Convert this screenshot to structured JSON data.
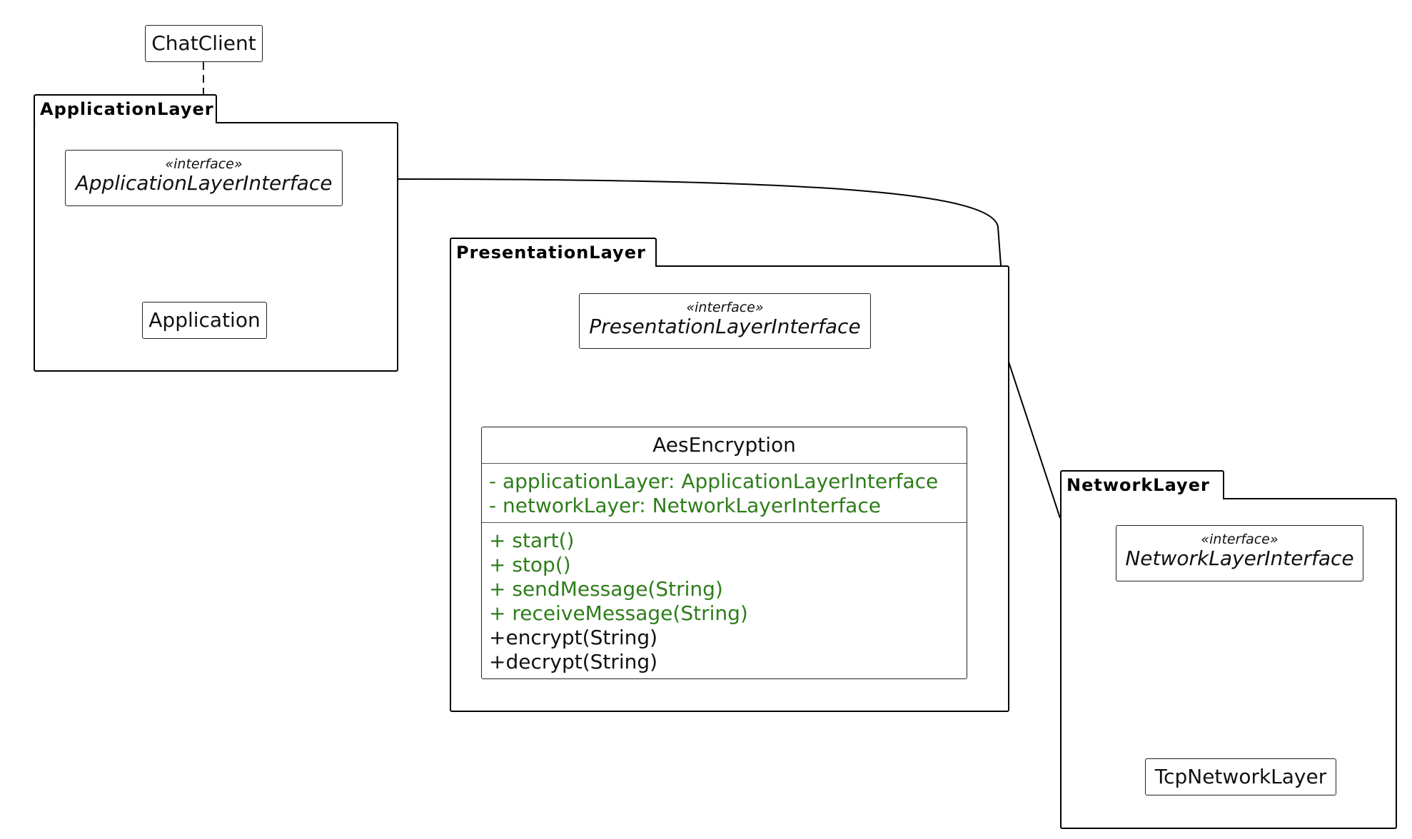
{
  "packages": {
    "application_layer": {
      "name": "ApplicationLayer"
    },
    "presentation_layer": {
      "name": "PresentationLayer"
    },
    "network_layer": {
      "name": "NetworkLayer"
    }
  },
  "classes": {
    "chat_client": {
      "name": "ChatClient"
    },
    "application_layer_interface": {
      "stereotype": "«interface»",
      "name": "ApplicationLayerInterface"
    },
    "application": {
      "name": "Application"
    },
    "presentation_layer_interface": {
      "stereotype": "«interface»",
      "name": "PresentationLayerInterface"
    },
    "aes_encryption": {
      "name": "AesEncryption",
      "fields": [
        "- applicationLayer: ApplicationLayerInterface",
        "- networkLayer: NetworkLayerInterface"
      ],
      "methods_green": [
        "+ start()",
        "+ stop()",
        "+ sendMessage(String)",
        "+ receiveMessage(String)"
      ],
      "methods": [
        "+encrypt(String)",
        "+decrypt(String)"
      ]
    },
    "network_layer_interface": {
      "stereotype": "«interface»",
      "name": "NetworkLayerInterface"
    },
    "tcp_network_layer": {
      "name": "TcpNetworkLayer"
    }
  },
  "colors": {
    "line": "#000000",
    "member_highlight": "#2e7d1a"
  }
}
